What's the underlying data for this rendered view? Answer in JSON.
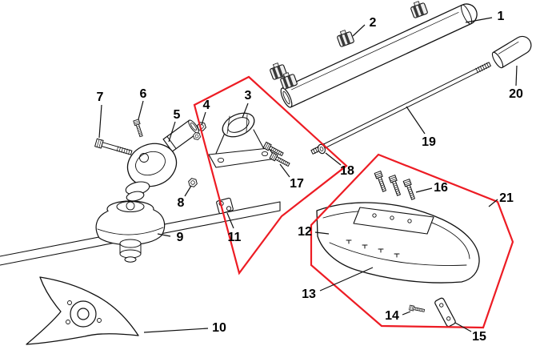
{
  "figure": {
    "type": "exploded-parts-diagram",
    "background_color": "#ffffff",
    "line_color": "#111111",
    "highlight_color": "#ed1c24"
  },
  "labels": {
    "n1": "1",
    "n2": "2",
    "n3": "3",
    "n4": "4",
    "n5": "5",
    "n6": "6",
    "n7": "7",
    "n8": "8",
    "n9": "9",
    "n10": "10",
    "n11": "11",
    "n12": "12",
    "n13": "13",
    "n14": "14",
    "n15": "15",
    "n16": "16",
    "n17": "17",
    "n18": "18",
    "n19": "19",
    "n20": "20",
    "n21": "21"
  }
}
